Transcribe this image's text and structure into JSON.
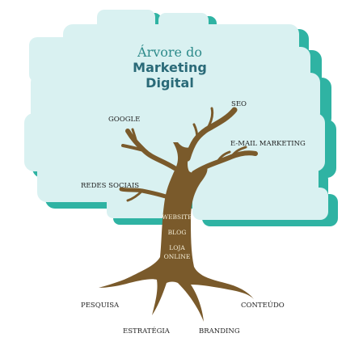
{
  "title": {
    "line1": "Árvore do",
    "line2": "Marketing",
    "line3": "Digital"
  },
  "branches": {
    "google": "GOOGLE",
    "seo": "SEO",
    "email": "E-MAIL MARKETING",
    "social": "REDES SOCIAIS"
  },
  "trunk": {
    "website": "WEBSITE",
    "blog": "BLOG",
    "loja": "LOJA",
    "online": "ONLINE"
  },
  "roots": {
    "pesquisa": "PESQUISA",
    "estrategia": "ESTRATÉGIA",
    "branding": "BRANDING",
    "conteudo": "CONTEÚDO"
  },
  "colors": {
    "canopy_fill": "#d9f1f1",
    "canopy_edge": "#2fb3a3",
    "trunk": "#7a5a2b",
    "title_top": "#2e8b8b",
    "title_main": "#2a6a78",
    "label": "#222222",
    "trunk_text": "#f5efd8"
  }
}
